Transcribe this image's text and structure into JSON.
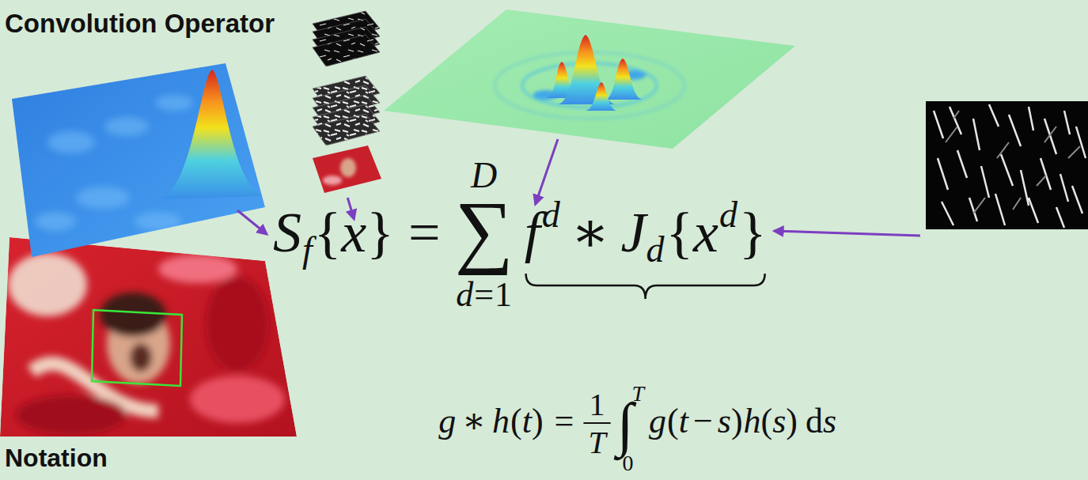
{
  "diagram": {
    "title": "Convolution Operator",
    "labels": [
      "Notation",
      "S",
      "f",
      "{",
      "x",
      "}",
      "=",
      "D",
      "∑",
      "d",
      "=",
      "1",
      "f",
      "d",
      "∗",
      "J",
      "d",
      "{",
      "x",
      "d",
      "}",
      "g",
      "∗",
      "h",
      "(",
      "t",
      ")",
      "=",
      "1",
      "T",
      "∫",
      "T",
      "0",
      "g",
      "(",
      "t",
      "−",
      "s",
      ")",
      "h",
      "(",
      "s",
      ")",
      "d",
      "s"
    ]
  }
}
